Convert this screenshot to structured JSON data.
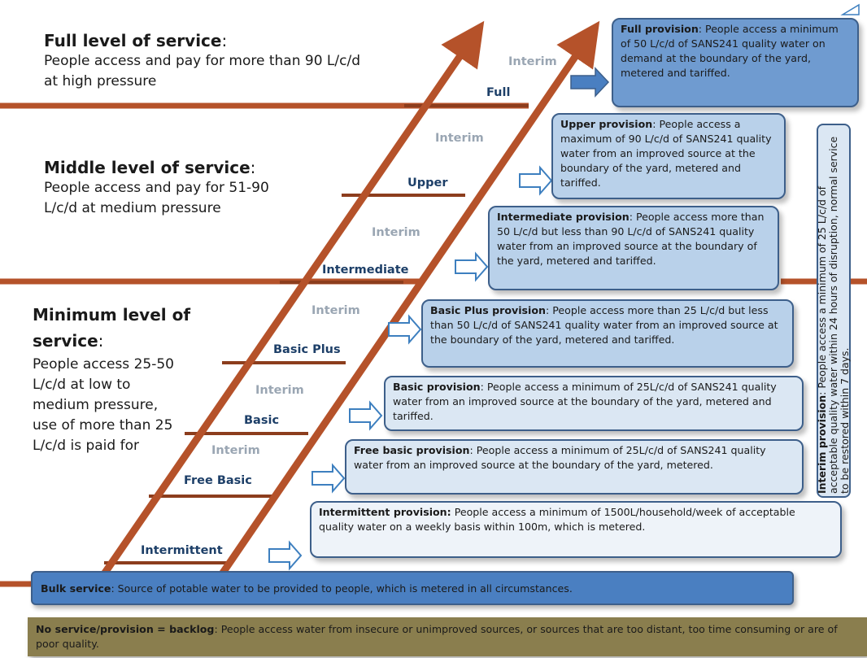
{
  "levels": {
    "full": {
      "heading": "Full level of service",
      "colon": ":",
      "text": "People access and pay for more than 90 L/c/d at high pressure"
    },
    "middle": {
      "heading": "Middle level of service",
      "colon": ":",
      "text": "People access and pay for 51-90 L/c/d at medium pressure"
    },
    "minimum": {
      "heading": "Minimum level of service",
      "colon": ":",
      "text": "People access 25-50 L/c/d at low to medium pressure, use of more than 25 L/c/d is paid for"
    }
  },
  "rungs": [
    "Full",
    "Upper",
    "Intermediate",
    "Basic Plus",
    "Basic",
    "Free Basic",
    "Intermittent"
  ],
  "interim_label": "Interim",
  "provisions": [
    {
      "title": "Full provision",
      "text": ": People access a minimum of 50 L/c/d of SANS241 quality water on demand at the boundary of the yard, metered and tariffed."
    },
    {
      "title": "Upper provision",
      "text": ": People access a maximum of 90 L/c/d of SANS241 quality water from an improved source at the boundary of the yard, metered and tariffed."
    },
    {
      "title": "Intermediate provision",
      "text": ": People access more than 50 L/c/d but less than 90 L/c/d of SANS241 quality water from an improved source at the boundary of the yard, metered and tariffed."
    },
    {
      "title": "Basic Plus provision",
      "text": ": People access more than 25 L/c/d but less than 50 L/c/d of SANS241 quality water from an improved source at the boundary of the yard, metered and tariffed."
    },
    {
      "title": "Basic provision",
      "text": ": People access a minimum of 25L/c/d of SANS241 quality water from an improved source at the boundary of the yard, metered and tariffed."
    },
    {
      "title": "Free basic provision",
      "text": ": People access a minimum of 25L/c/d of SANS241 quality water from an improved source at the boundary of the yard, metered."
    },
    {
      "title": "Intermittent provision:",
      "text": " People access a minimum of 1500L/household/week of acceptable quality water on a weekly basis within 100m, which is metered."
    }
  ],
  "interim_provision": {
    "title": "Interim provision",
    "text": ": People access a minimum of 25 L/c/d of acceptable quality water within 24 hours of disruption, normal service to be restored within 7 days."
  },
  "bulk": {
    "title": "Bulk service",
    "text": ":  Source of potable water to be provided to people, which is metered in all circumstances."
  },
  "backlog": {
    "title": "No service/provision = backlog",
    "text": ":   People access water from insecure or unimproved sources, or sources that are too distant, too time consuming or are of poor quality."
  },
  "colors": {
    "rail": "#b5522a",
    "rung": "#8c3d1d",
    "box_dark": "#6f9bd0",
    "box_mid": "#b9d1ea",
    "box_light": "#dbe7f3",
    "backlog": "#8a7e4e",
    "bulk": "#4a7fc1",
    "border": "#3d5f8a"
  }
}
